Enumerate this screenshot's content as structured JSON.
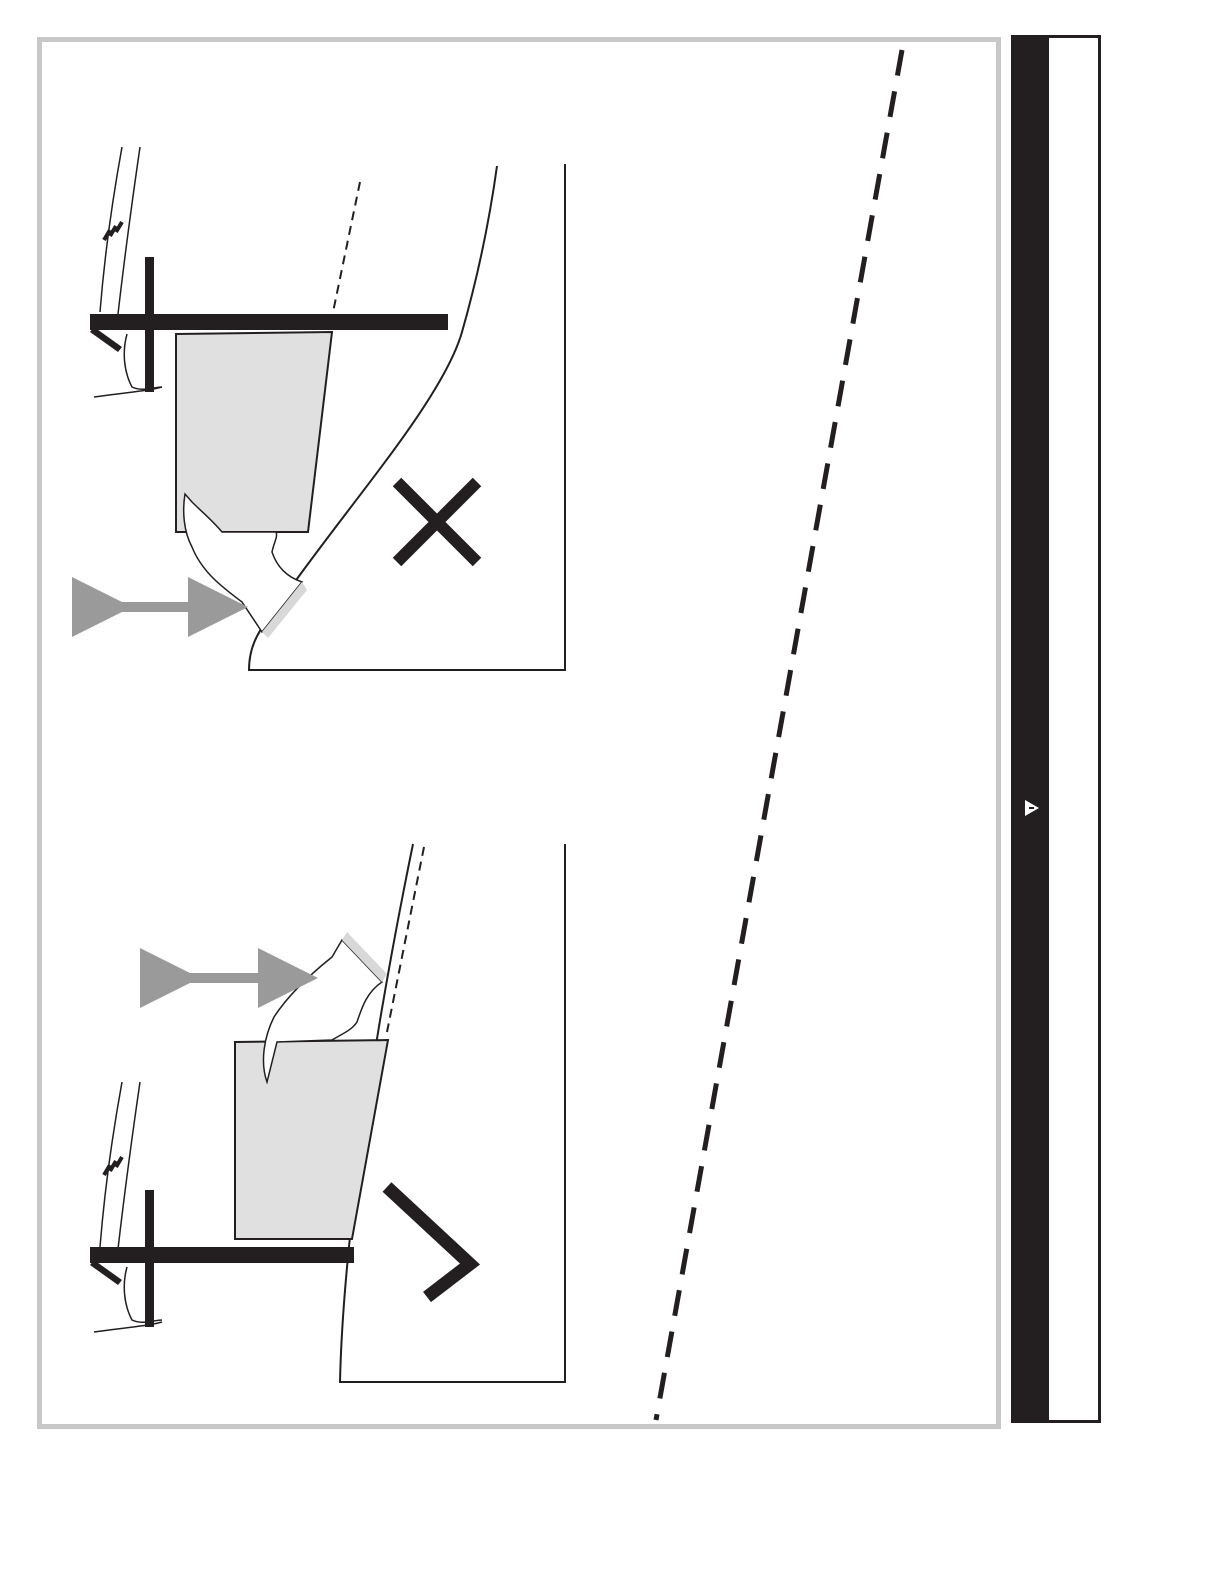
{
  "page": {
    "background": "#ffffff"
  },
  "illustration": {
    "frame_color": "#c8c8c8",
    "line_color": "#231f20",
    "paper_fill": "#e0e0e0",
    "arrow_color": "#9a9a9a",
    "panels": [
      {
        "name": "incorrect",
        "mark": "cross-icon",
        "meaning": "incorrect"
      },
      {
        "name": "correct",
        "mark": "check-icon",
        "meaning": "correct"
      }
    ]
  },
  "side_banner": {
    "bar_color": "#231f20",
    "icon": "warning-triangle-icon",
    "title": ""
  }
}
